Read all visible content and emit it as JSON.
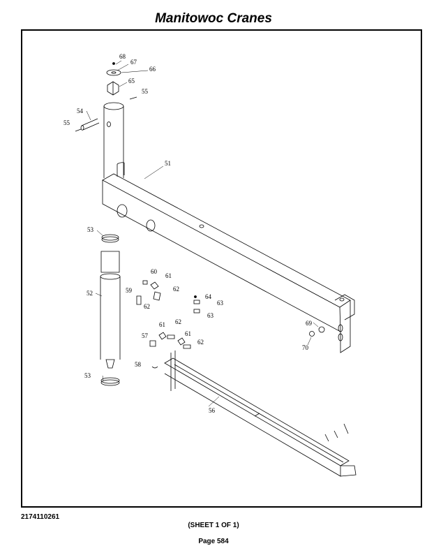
{
  "header": {
    "title": "Manitowoc Cranes"
  },
  "footer": {
    "document_number": "2174110261",
    "sheet": "(SHEET 1 OF 1)",
    "page": "Page 584"
  },
  "diagram": {
    "part_numbers": [
      "68",
      "67",
      "66",
      "65",
      "55",
      "54",
      "55",
      "51",
      "53",
      "52",
      "60",
      "61",
      "59",
      "62",
      "62",
      "64",
      "63",
      "63",
      "61",
      "62",
      "57",
      "61",
      "62",
      "58",
      "69",
      "70",
      "53",
      "56"
    ]
  }
}
